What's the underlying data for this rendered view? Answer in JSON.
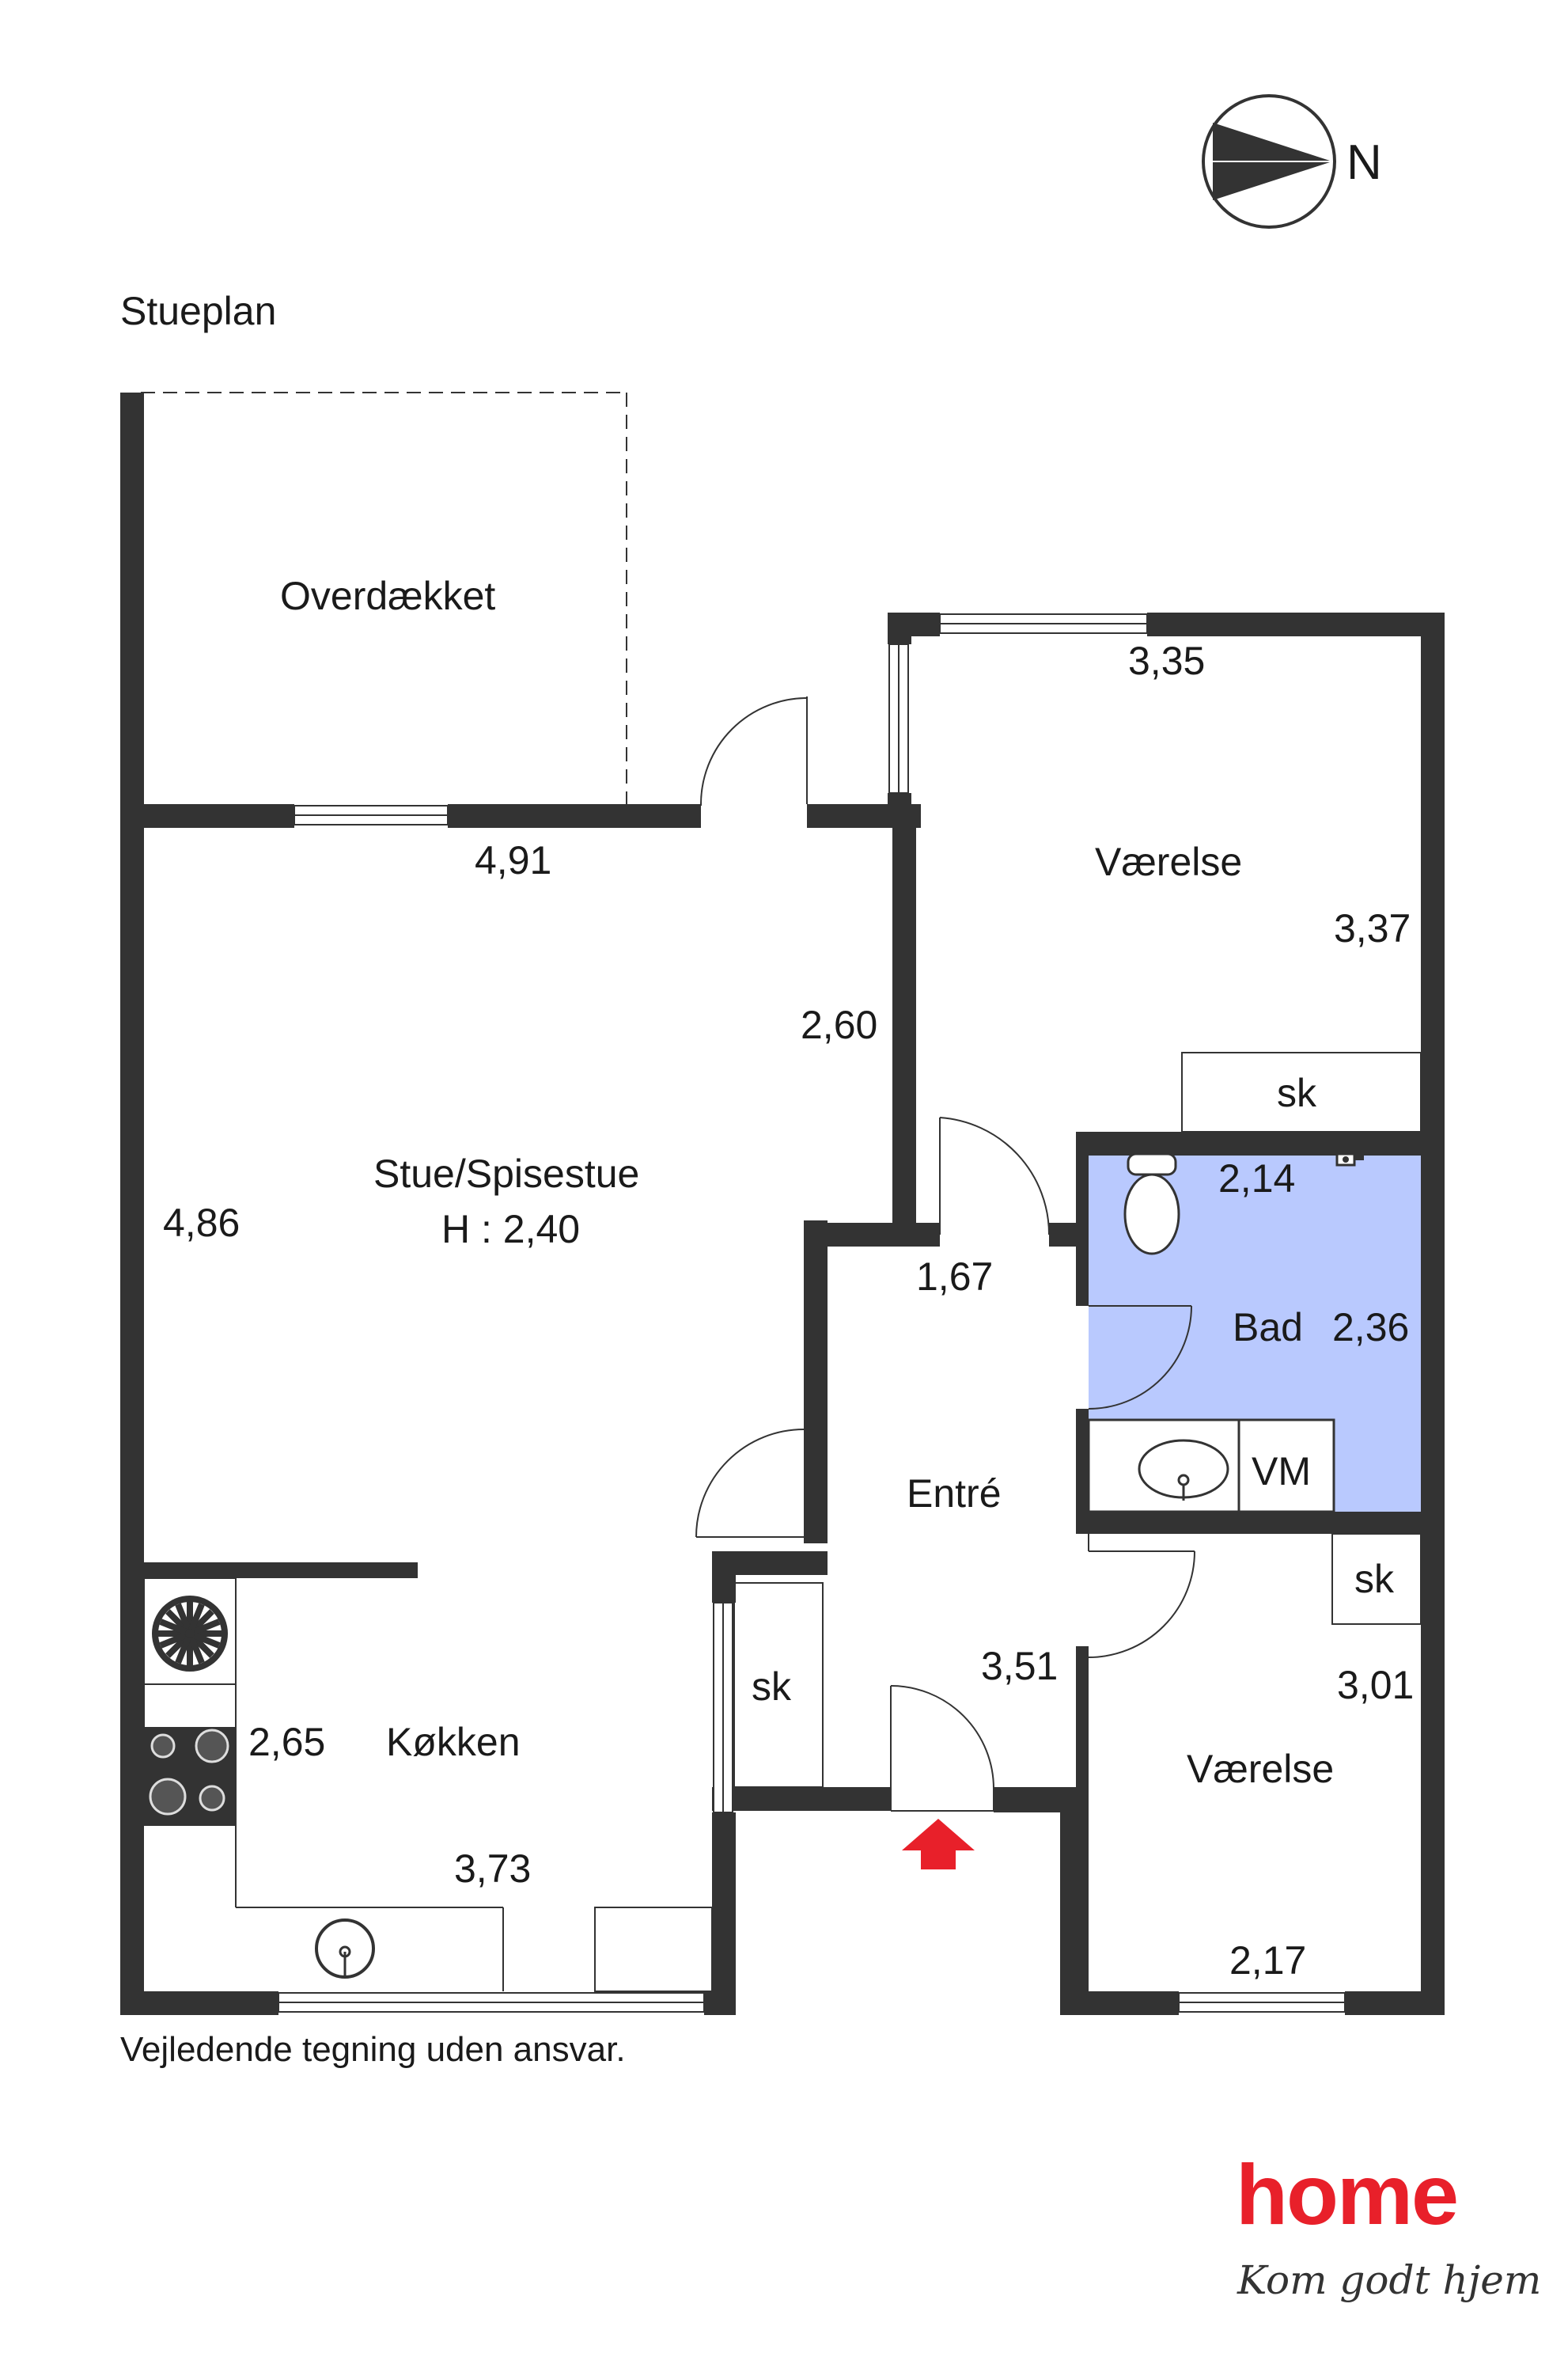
{
  "page": {
    "title": "Stueplan",
    "disclaimer": "Vejledende tegning uden ansvar."
  },
  "compass": {
    "label": "N",
    "icon": "compass-north-icon"
  },
  "rooms": {
    "overdaekket": "Overdækket",
    "stue_name": "Stue/Spisestue",
    "stue_height": "H : 2,40",
    "kokken": "Køkken",
    "entre": "Entré",
    "bad": "Bad",
    "vaerelse_top": "Værelse",
    "vaerelse_bottom": "Værelse"
  },
  "fixtures": {
    "sk_top": "sk",
    "sk_entre": "sk",
    "sk_bottom": "sk",
    "vm": "VM"
  },
  "dimensions": {
    "stue_width": "4,91",
    "stue_depth": "4,86",
    "stue_side": "2,60",
    "vaerelse_top_width": "3,35",
    "vaerelse_top_depth": "3,37",
    "bad_width": "2,14",
    "bad_depth": "2,36",
    "entre_width": "1,67",
    "entre_depth": "3,51",
    "kokken_depth": "2,65",
    "kokken_width": "3,73",
    "vaerelse_bottom_depth": "3,01",
    "vaerelse_bottom_width": "2,17"
  },
  "colors": {
    "wall": "#333333",
    "bathroom_fill": "#b9c9fe",
    "entrance_arrow": "#e8202a",
    "brand": "#e8202a"
  },
  "logo": {
    "word": "home",
    "slogan": "Kom godt hjem"
  }
}
